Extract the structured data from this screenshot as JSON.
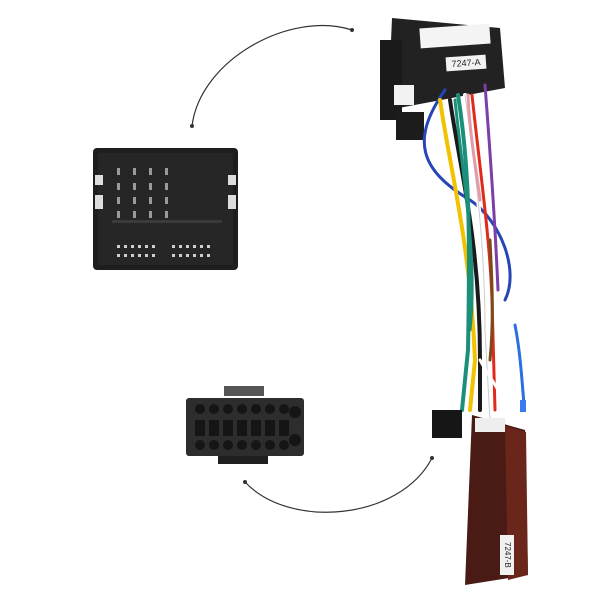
{
  "image": {
    "description": "Car stereo wiring harness adapter with quadlock connector, 16-pin ISO connector, and two control boxes",
    "background": "#ffffff"
  },
  "labels": {
    "box_a": "7247-A",
    "box_b": "7247-B"
  },
  "components": [
    {
      "name": "quadlock-connector",
      "color": "#1e1e1e"
    },
    {
      "name": "16-pin-connector",
      "color": "#2a2a2a"
    },
    {
      "name": "control-box-a",
      "color": "#222222"
    },
    {
      "name": "control-box-b",
      "color": "#4a1a14"
    }
  ],
  "wire_colors": [
    "#2545b8",
    "#f2c200",
    "#1a1a1a",
    "#1c8f7a",
    "#ffffff",
    "#e02a1a",
    "#7b3fa8",
    "#e59aa8",
    "#7a4a1a",
    "#bfbfbf"
  ]
}
